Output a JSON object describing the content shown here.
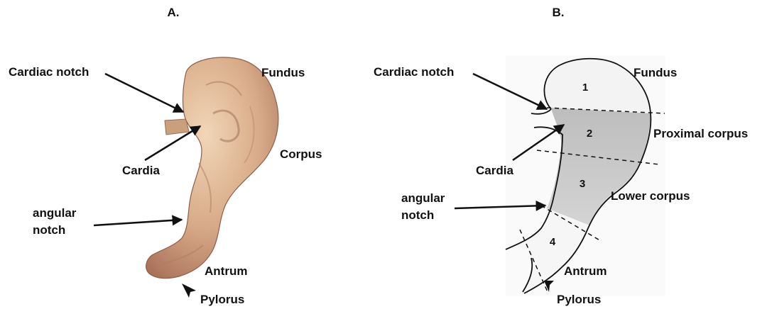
{
  "panels": [
    {
      "label": "A."
    },
    {
      "label": "B."
    }
  ],
  "panel_a": {
    "cardiac_notch": "Cardiac notch",
    "fundus": "Fundus",
    "cardia": "Cardia",
    "corpus": "Corpus",
    "angular_notch_line1": "angular",
    "angular_notch_line2": "notch",
    "antrum": "Antrum",
    "pylorus": "Pylorus"
  },
  "panel_b": {
    "cardiac_notch": "Cardiac notch",
    "fundus": "Fundus",
    "proximal_corpus": "Proximal corpus",
    "cardia": "Cardia",
    "lower_corpus": "Lower corpus",
    "angular_notch_line1": "angular",
    "angular_notch_line2": "notch",
    "antrum": "Antrum",
    "pylorus": "Pylorus",
    "regions": [
      "1",
      "2",
      "3",
      "4"
    ]
  },
  "colors": {
    "tissue": "#d9b08c",
    "tissue_shadow": "#b07a5c",
    "shaded_region": "#c9c9c9",
    "region_fill": "#f2f2f2"
  }
}
